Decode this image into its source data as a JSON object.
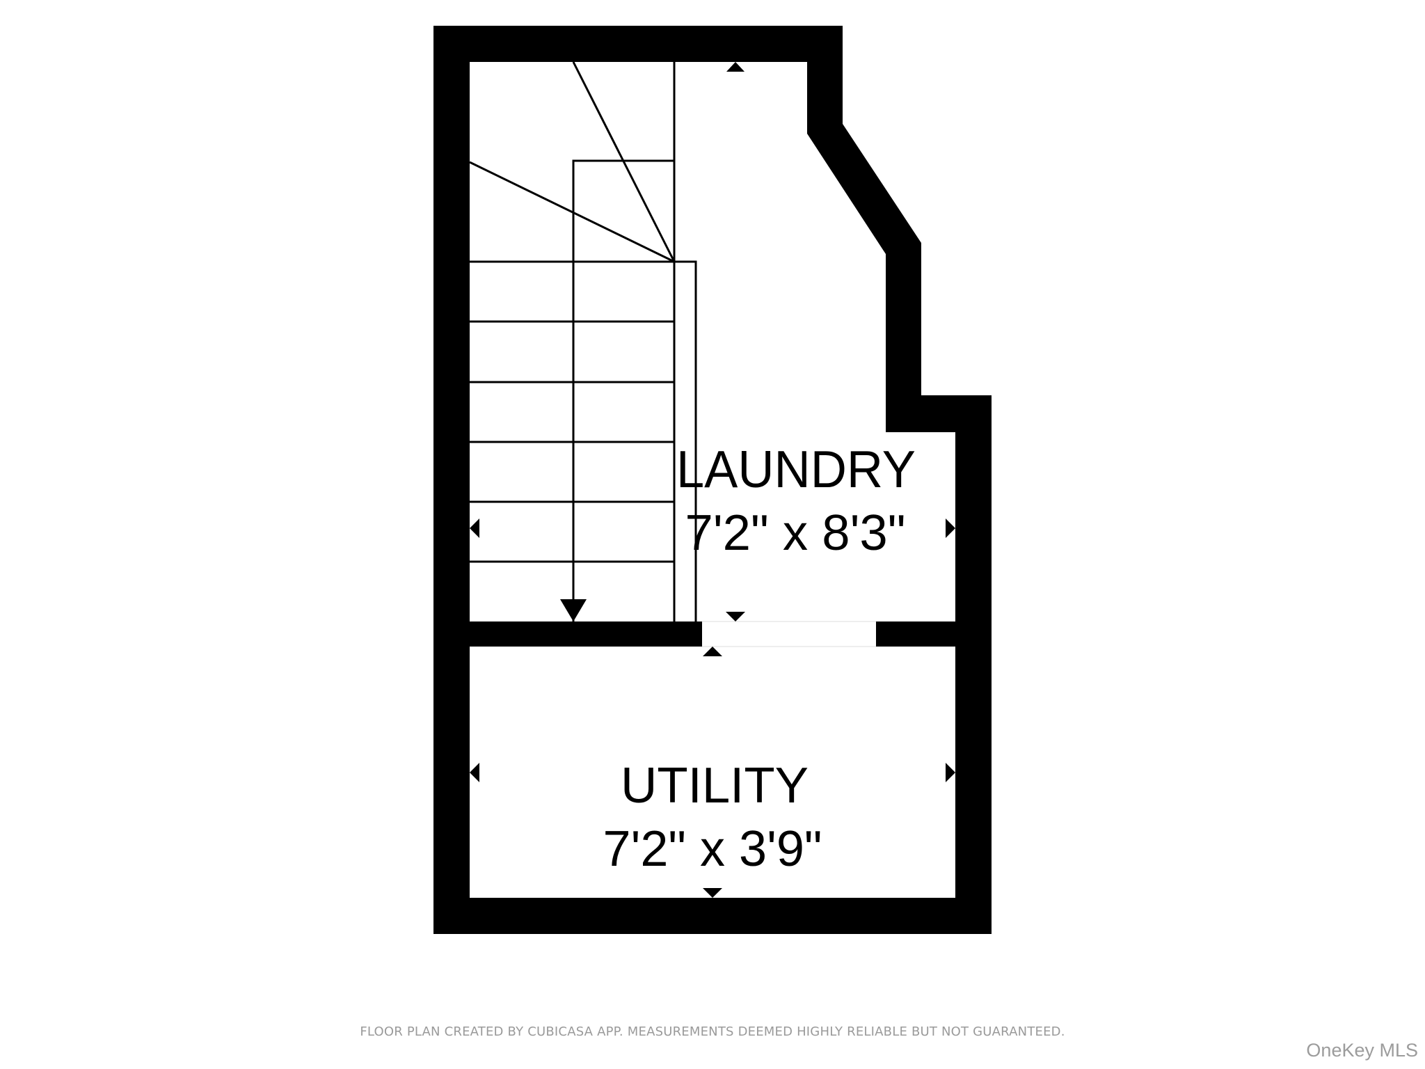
{
  "floor_plan": {
    "rooms": [
      {
        "name": "LAUNDRY",
        "dimensions": "7'2\" x 8'3\""
      },
      {
        "name": "UTILITY",
        "dimensions": "7'2\" x 3'9\""
      }
    ],
    "stairs": {
      "direction": "down",
      "tread_count": 6
    },
    "colors": {
      "wall": "#000000",
      "background": "#ffffff",
      "footer_text": "#9a9a9a"
    }
  },
  "footer": {
    "disclaimer": "FLOOR PLAN CREATED BY CUBICASA APP. MEASUREMENTS DEEMED HIGHLY RELIABLE BUT NOT GUARANTEED.",
    "watermark": "OneKey MLS"
  }
}
